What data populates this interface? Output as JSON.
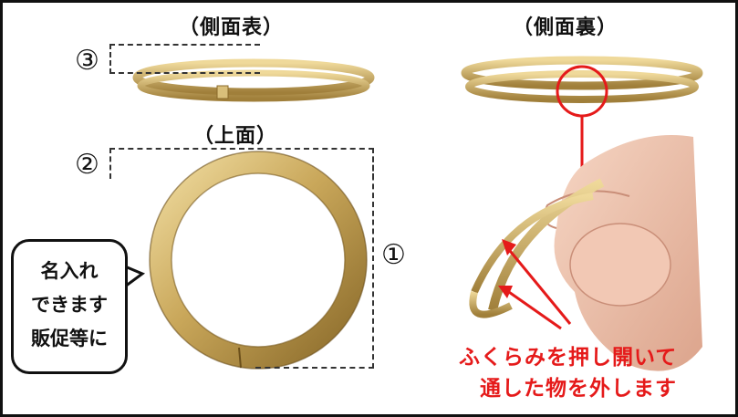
{
  "labels": {
    "side_front": "（側面表）",
    "side_back": "（側面裏）",
    "top": "（上面）"
  },
  "markers": {
    "m1": "①",
    "m2": "②",
    "m3": "③"
  },
  "bubble": {
    "line1": "名入れ",
    "line2": "できます",
    "line3": "販促等に"
  },
  "instruction": {
    "line1": "ふくらみを押し開いて",
    "line2": "通した物を外します"
  },
  "colors": {
    "gold": "#c9a75a",
    "gold_dark": "#8a6a2a",
    "accent_red": "#e51a1a"
  }
}
